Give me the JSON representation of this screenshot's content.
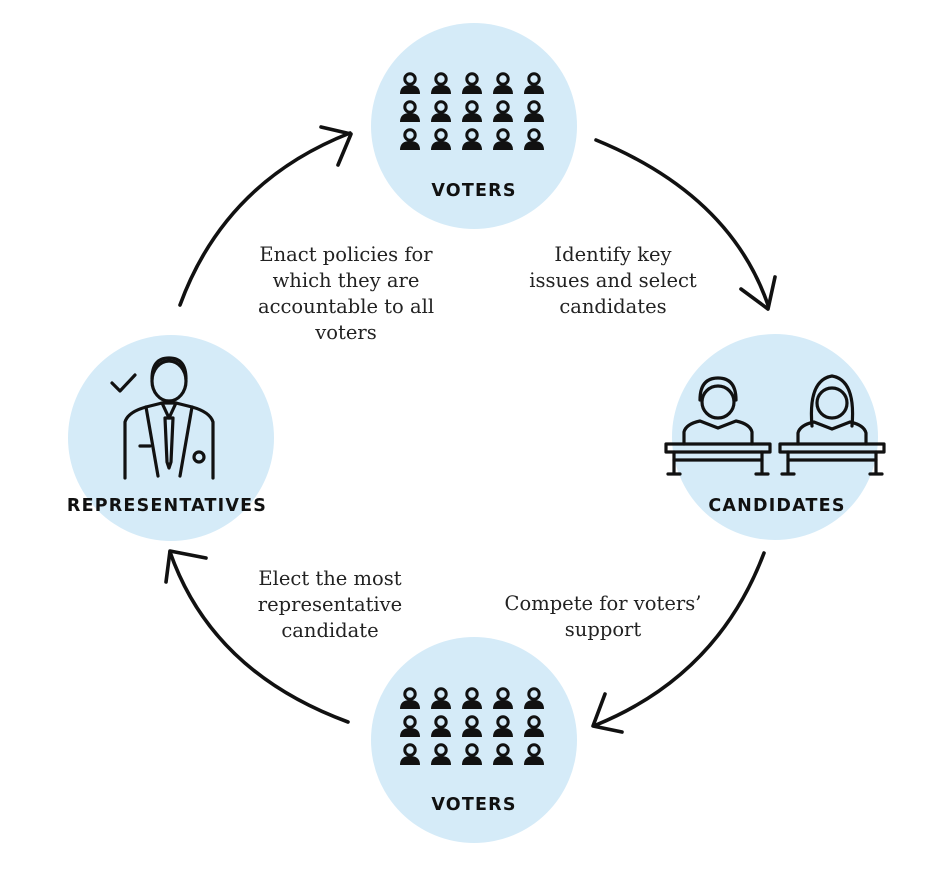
{
  "diagram": {
    "nodes": {
      "voters_top": {
        "label": "VOTERS",
        "icon": "crowd-icon"
      },
      "candidates": {
        "label": "CANDIDATES",
        "icon": "candidates-at-podiums-icon"
      },
      "voters_bottom": {
        "label": "VOTERS",
        "icon": "crowd-icon"
      },
      "representatives": {
        "label": "REPRESENTATIVES",
        "icon": "representative-with-checkmark-icon"
      }
    },
    "edges": {
      "voters_to_candidates": {
        "lines": [
          "Identify key",
          "issues and select",
          "candidates"
        ]
      },
      "candidates_to_voters": {
        "lines": [
          "Compete for voters’",
          "support"
        ]
      },
      "voters_to_representatives": {
        "lines": [
          "Elect the most",
          "representative",
          "candidate"
        ]
      },
      "representatives_to_voters": {
        "lines": [
          "Enact policies for",
          "which they are",
          "accountable to all",
          "voters"
        ]
      }
    },
    "colors": {
      "node_fill": "#d5ebf8",
      "ink": "#111111"
    }
  }
}
